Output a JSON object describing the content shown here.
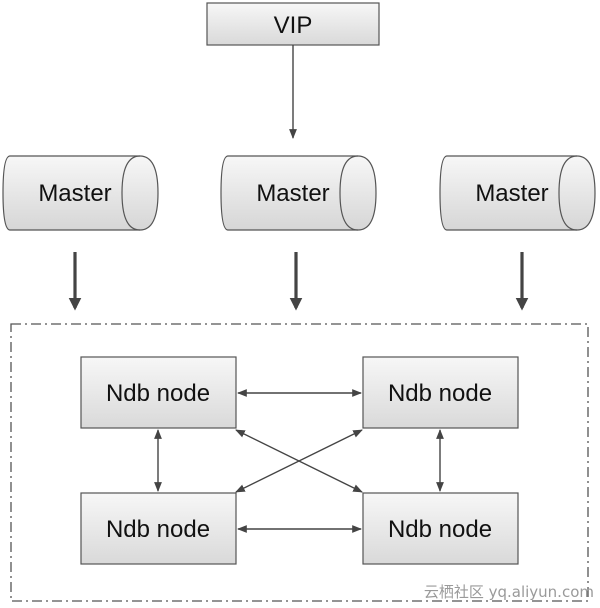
{
  "vip": {
    "label": "VIP"
  },
  "masters": [
    {
      "label": "Master"
    },
    {
      "label": "Master"
    },
    {
      "label": "Master"
    }
  ],
  "nodes": [
    {
      "label": "Ndb node"
    },
    {
      "label": "Ndb node"
    },
    {
      "label": "Ndb node"
    },
    {
      "label": "Ndb node"
    }
  ],
  "watermark": "云栖社区 yq.aliyun.com",
  "colors": {
    "box_fill_light": "#f4f4f4",
    "box_fill_dark": "#d8d8d8",
    "stroke": "#555555",
    "arrow": "#444444",
    "cluster_border": "#555555"
  }
}
